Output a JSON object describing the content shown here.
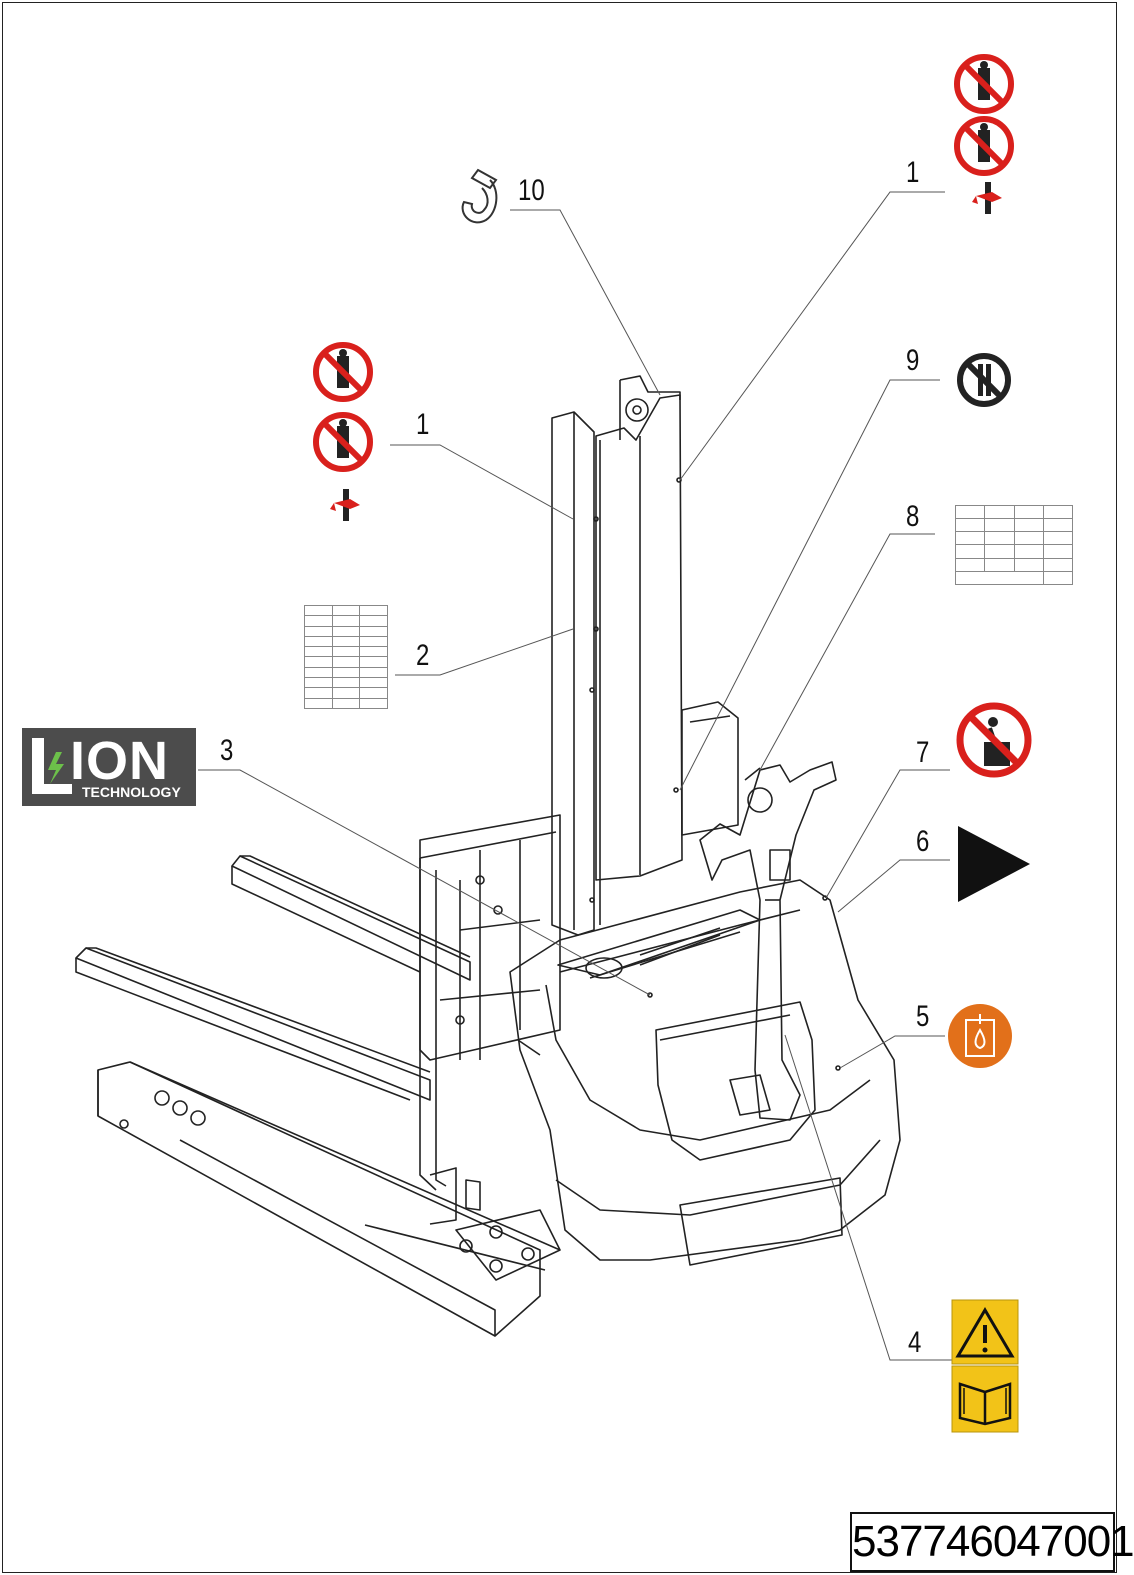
{
  "logo": {
    "main": "ION",
    "sub": "TECHNOLOGY"
  },
  "callouts": [
    {
      "id": "c10",
      "label": "10"
    },
    {
      "id": "c1a",
      "label": "1"
    },
    {
      "id": "c9",
      "label": "9"
    },
    {
      "id": "c1b",
      "label": "1"
    },
    {
      "id": "c8",
      "label": "8"
    },
    {
      "id": "c2",
      "label": "2"
    },
    {
      "id": "c3",
      "label": "3"
    },
    {
      "id": "c7",
      "label": "7"
    },
    {
      "id": "c6",
      "label": "6"
    },
    {
      "id": "c5",
      "label": "5"
    },
    {
      "id": "c4",
      "label": "4"
    }
  ],
  "document_number": "537746047001",
  "colors": {
    "prohibition_red": "#d9201c",
    "warning_yellow": "#f2c318",
    "oil_orange": "#e2701a",
    "logo_grey": "#4c4c4c",
    "logo_green": "#6cc04a"
  },
  "icons": [
    "hook-icon",
    "no-standing-under-load-icon",
    "no-person-under-mast-icon",
    "hand-crush-icon",
    "no-reaching-through-mast-icon",
    "no-riding-icon",
    "direction-arrow-icon",
    "hydraulic-oil-icon",
    "warning-triangle-icon",
    "read-manual-icon"
  ]
}
